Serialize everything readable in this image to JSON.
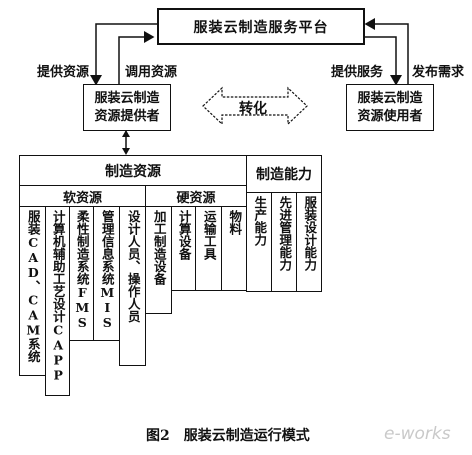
{
  "platform": {
    "title": "服装云制造服务平台"
  },
  "left_arrows": {
    "provide": "提供资源",
    "invoke": "调用资源"
  },
  "right_arrows": {
    "provide": "提供服务",
    "publish": "发布需求"
  },
  "provider": {
    "line1": "服装云制造",
    "line2": "资源提供者"
  },
  "user": {
    "line1": "服装云制造",
    "line2": "资源使用者"
  },
  "transform": {
    "label": "转化"
  },
  "resources": {
    "title": "制造资源",
    "soft": {
      "title": "软资源",
      "items": [
        "服装CAD、CAM系统",
        "计算机辅助工艺设计CAPP",
        "柔性制造系统FMS",
        "管理信息系统MIS",
        "设计人员、操作人员"
      ]
    },
    "hard": {
      "title": "硬资源",
      "items": [
        "加工制造设备",
        "计算设备",
        "运输工具",
        "物料"
      ]
    }
  },
  "capability": {
    "title": "制造能力",
    "items": [
      "生产能力",
      "先进管理能力",
      "服装设计能力"
    ]
  },
  "caption": "图2　服装云制造运行模式",
  "watermark": "e-works"
}
